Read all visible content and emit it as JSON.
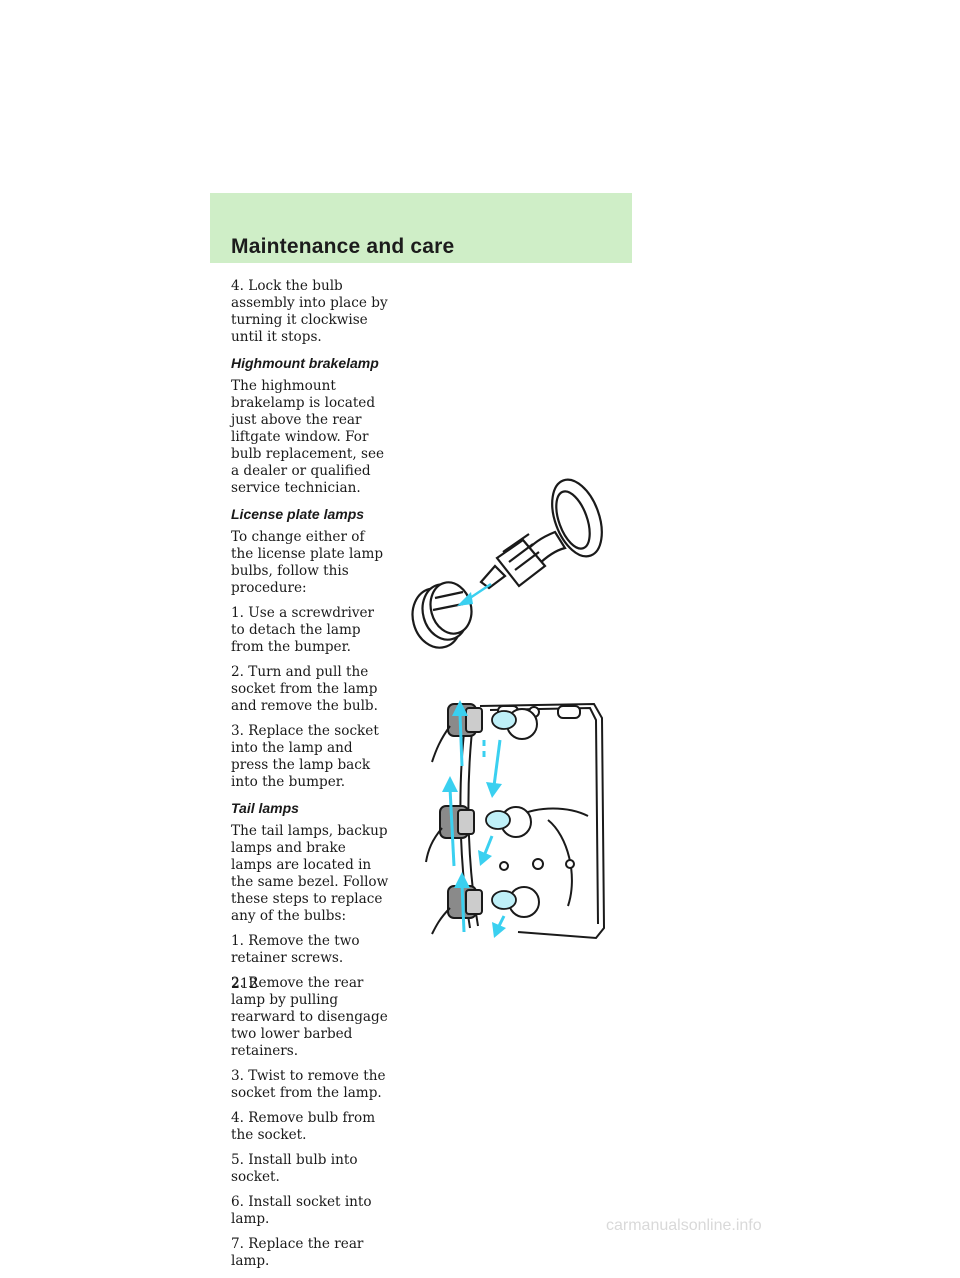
{
  "header": {
    "title": "Maintenance and care"
  },
  "content": {
    "step4_lock": "4. Lock the bulb assembly into place by turning it clockwise until it stops.",
    "highmount": {
      "heading": "Highmount brakelamp",
      "text": "The highmount brakelamp is located just above the rear liftgate window. For bulb replacement, see a dealer or qualified service technician."
    },
    "license": {
      "heading": "License plate lamps",
      "intro": "To change either of the license plate lamp bulbs, follow this procedure:",
      "steps": [
        "1. Use a screwdriver to detach the lamp from the bumper.",
        "2. Turn and pull the socket from the lamp and remove the bulb.",
        "3. Replace the socket into the lamp and press the lamp back into the bumper."
      ]
    },
    "tail": {
      "heading": "Tail lamps",
      "intro": "The tail lamps, backup lamps and brake lamps are located in the same bezel. Follow these steps to replace any of the bulbs:",
      "steps": [
        "1. Remove the two retainer screws.",
        "2. Remove the rear lamp by pulling rearward to disengage two lower barbed retainers.",
        "3. Twist to remove the socket from the lamp.",
        "4. Remove bulb from the socket.",
        "5. Install bulb into socket.",
        "6. Install socket into lamp.",
        "7. Replace the rear lamp."
      ]
    }
  },
  "page_number": "212",
  "watermark": "carmanualsonline.info",
  "colors": {
    "header_band": "#cfeec7",
    "arrow": "#3ad0f0",
    "bulb_fill": "#bff0f8",
    "socket_fill": "#8a8a8a"
  }
}
